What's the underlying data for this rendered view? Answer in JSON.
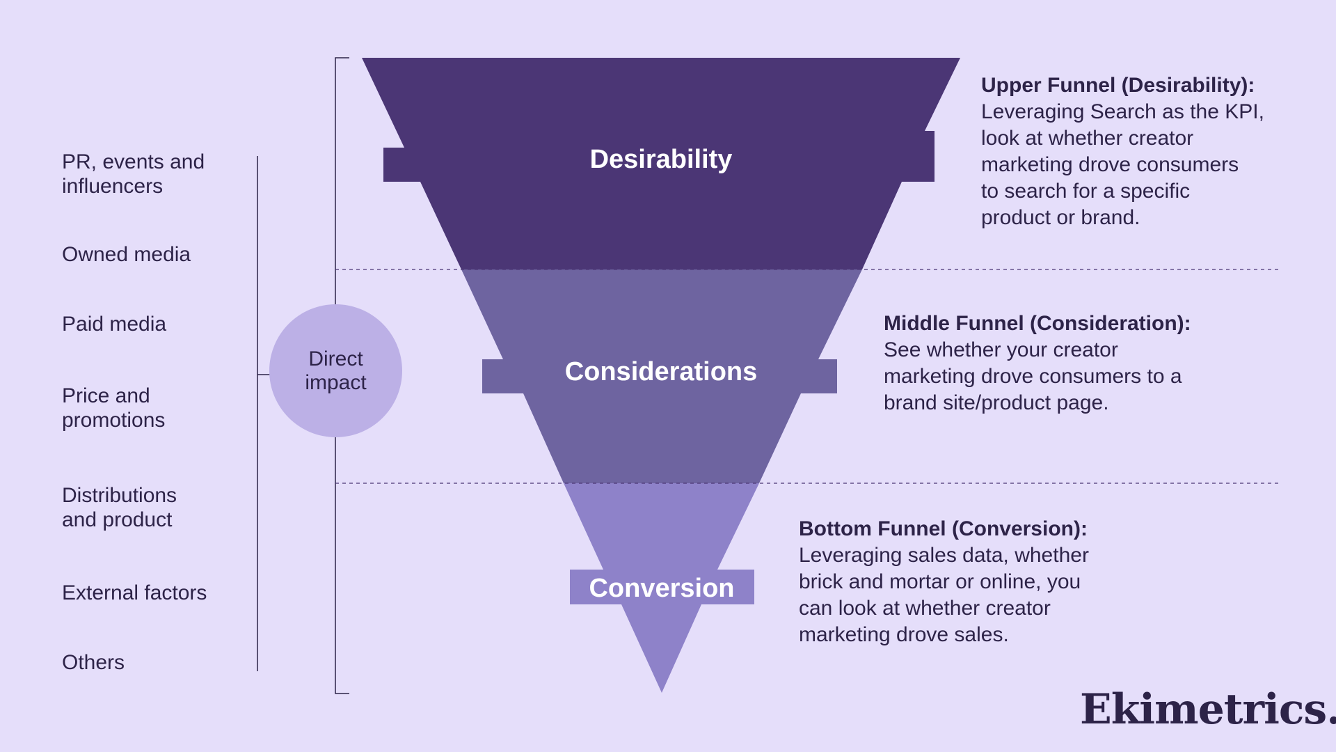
{
  "factors": [
    "PR, events and\ninfluencers",
    "Owned media",
    "Paid media",
    "Price and\npromotions",
    "Distributions\nand product",
    "External factors",
    "Others"
  ],
  "impact_label": "Direct\nimpact",
  "stages": [
    {
      "label": "Desirability",
      "color": "#4b3675"
    },
    {
      "label": "Considerations",
      "color": "#6e64a0"
    },
    {
      "label": "Conversion",
      "color": "#8e82c9"
    }
  ],
  "descriptions": [
    {
      "heading": "Upper Funnel (Desirability):",
      "body": "Leveraging Search as the KPI,\nlook at whether creator\nmarketing drove consumers\nto search for a specific\nproduct or brand."
    },
    {
      "heading": "Middle Funnel (Consideration):",
      "body": "See whether your creator\nmarketing drove consumers to a\nbrand site/product page."
    },
    {
      "heading": "Bottom Funnel (Conversion):",
      "body": "Leveraging sales data, whether\nbrick and mortar or online, you\ncan look at whether creator\nmarketing drove sales."
    }
  ],
  "logo": "Ekimetrics."
}
